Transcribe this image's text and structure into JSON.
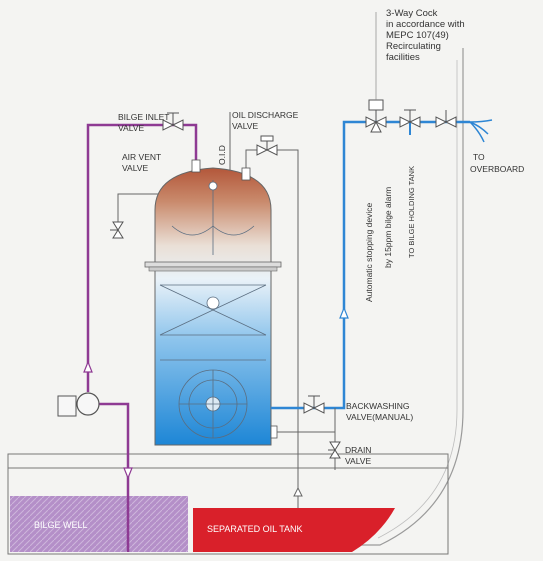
{
  "labels": {
    "cock_line1": "3-Way Cock",
    "cock_line2": "in accordance with",
    "cock_line3": "MEPC 107(49)",
    "cock_line4": "Recirculating",
    "cock_line5": "facilities",
    "bilge_inlet_1": "BILGE INLET",
    "bilge_inlet_2": "VALVE",
    "oil_discharge_1": "OIL DISCHARGE",
    "oil_discharge_2": "VALVE",
    "oid": "O.I.D",
    "air_vent_1": "AIR VENT",
    "air_vent_2": "VALVE",
    "auto_stop": "Automatic stopping device",
    "by_15ppm": "by 15ppm bilge alarm",
    "to_holding": "TO BILGE HOLDING TANK",
    "to_1": "TO",
    "to_2": "OVERBOARD",
    "backwash_1": "BACKWASHING",
    "backwash_2": "VALVE(MANUAL)",
    "drain_1": "DRAIN",
    "drain_2": "VALVE",
    "bilge_well": "BILGE WELL",
    "separated_oil": "SEPARATED OIL TANK"
  },
  "colors": {
    "bilge_line": "#8e3a93",
    "water_line": "#2e86d4",
    "oil_tank": "#d9202a",
    "bilge_well": "#b48fc8",
    "line": "#555555"
  }
}
